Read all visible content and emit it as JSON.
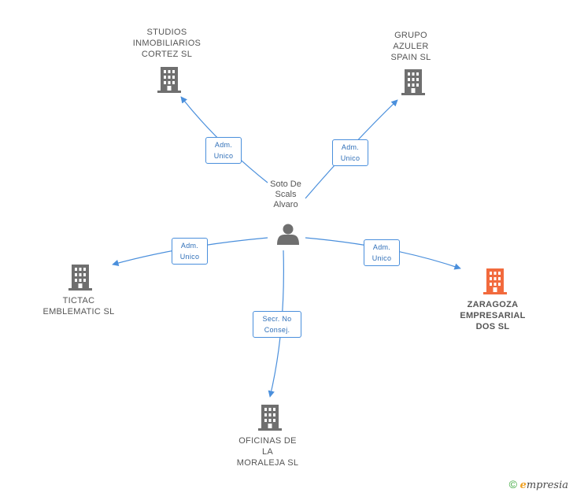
{
  "center_person": {
    "label": "Soto De\nScals\nAlvaro",
    "icon": "person-icon"
  },
  "companies": [
    {
      "id": "studios",
      "label": "STUDIOS\nINMOBILIARIOS\nCORTEZ SL",
      "icon": "building-icon",
      "highlight": false
    },
    {
      "id": "grupo",
      "label": "GRUPO\nAZULER\nSPAIN SL",
      "icon": "building-icon",
      "highlight": false
    },
    {
      "id": "tictac",
      "label": "TICTAC\nEMBLEMATIC SL",
      "icon": "building-icon",
      "highlight": false
    },
    {
      "id": "zaragoza",
      "label": "ZARAGOZA\nEMPRESARIAL\nDOS SL",
      "icon": "building-icon",
      "highlight": true
    },
    {
      "id": "oficinas",
      "label": "OFICINAS DE\nLA\nMORALEJA SL",
      "icon": "building-icon",
      "highlight": false
    }
  ],
  "relations": [
    {
      "to": "studios",
      "role": "Adm.\nUnico"
    },
    {
      "to": "grupo",
      "role": "Adm.\nUnico"
    },
    {
      "to": "tictac",
      "role": "Adm.\nUnico"
    },
    {
      "to": "zaragoza",
      "role": "Adm.\nUnico"
    },
    {
      "to": "oficinas",
      "role": "Secr.  No\nConsej."
    }
  ],
  "colors": {
    "edge": "#4a8fdc",
    "building": "#6f6f6f",
    "building_highlight": "#f26a3d",
    "person": "#6f6f6f"
  },
  "brand": {
    "copyright": "©",
    "name": "mpresia",
    "initial": "e"
  }
}
